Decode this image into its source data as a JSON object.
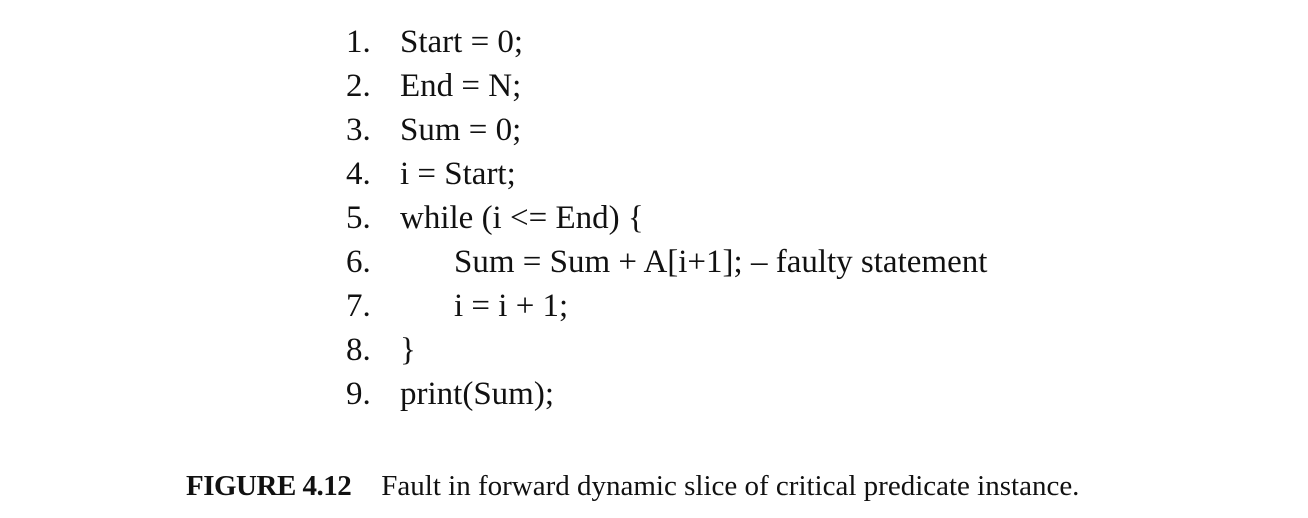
{
  "code_lines": [
    {
      "number": "1.",
      "text": "Start = 0;"
    },
    {
      "number": "2.",
      "text": "End = N;"
    },
    {
      "number": "3.",
      "text": "Sum = 0;"
    },
    {
      "number": "4.",
      "text": "i = Start;"
    },
    {
      "number": "5.",
      "text": "while (i <= End) {"
    },
    {
      "number": "6.",
      "text": "Sum = Sum + A[i+1]; – faulty statement"
    },
    {
      "number": "7.",
      "text": "i = i + 1;"
    },
    {
      "number": "8.",
      "text": "}"
    },
    {
      "number": "9.",
      "text": "print(Sum);"
    }
  ],
  "caption": {
    "label": "FIGURE 4.12",
    "text": "Fault in forward dynamic slice of critical predicate instance."
  }
}
